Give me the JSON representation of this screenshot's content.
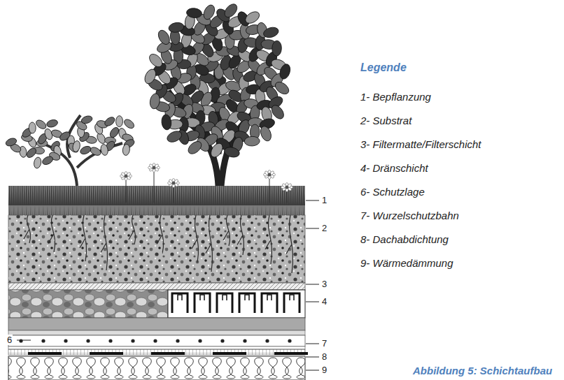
{
  "diagram": {
    "caption": "Abbildung 5: Schichtaufbau",
    "labels": [
      "1",
      "2",
      "3",
      "4",
      "6",
      "7",
      "8",
      "9",
      "Legende"
    ],
    "legend": [
      {
        "text": "1- Bepflanzung"
      },
      {
        "text": "2- Substrat"
      },
      {
        "text": "3- Filtermatte/Filterschicht"
      },
      {
        "text": "4- Dränschicht"
      },
      {
        "text": "6- Schutzlage"
      },
      {
        "text": "7- Wurzelschutzbahn"
      },
      {
        "text": "8- Dachabdichtung"
      },
      {
        "text": "9- Wärmedämmung"
      }
    ]
  }
}
